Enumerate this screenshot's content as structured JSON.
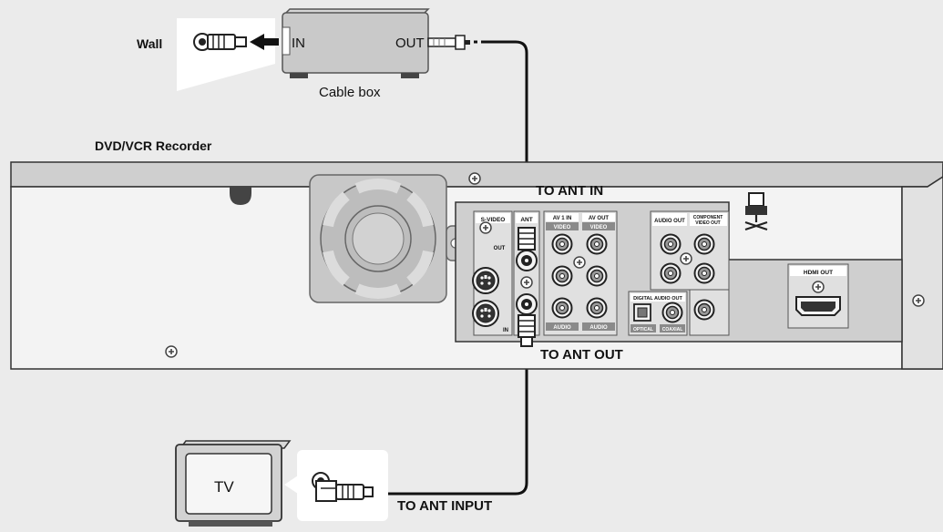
{
  "labels": {
    "wall": "Wall",
    "box_in": "IN",
    "box_out": "OUT",
    "cable_box": "Cable box",
    "recorder": "DVD/VCR Recorder",
    "to_ant_in": "TO ANT IN",
    "to_ant_out": "TO ANT OUT",
    "tv": "TV",
    "to_ant_input": "TO ANT INPUT"
  },
  "panel": {
    "s_video": "S-VIDEO",
    "ant": "ANT",
    "out": "OUT",
    "in": "IN",
    "av1_in": "AV 1 IN",
    "av_out": "AV OUT",
    "video": "VIDEO",
    "audio": "AUDIO",
    "audio_out": "AUDIO OUT",
    "component_video_out": "COMPONENT",
    "component_video_out_2": "VIDEO OUT",
    "digital_audio_out": "DIGITAL AUDIO OUT",
    "optical": "OPTICAL",
    "coaxial": "COAXIAL",
    "hdmi_out": "HDMI OUT"
  }
}
